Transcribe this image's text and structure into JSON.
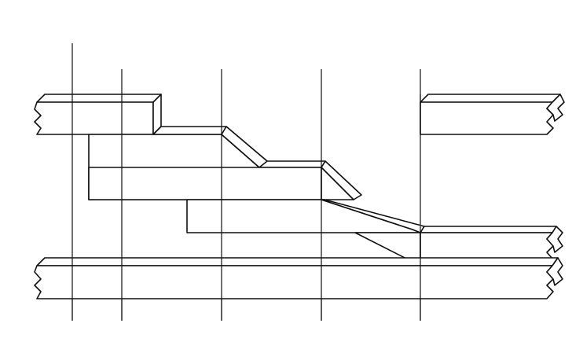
{
  "diagram": {
    "kind": "isometric-block-diagram",
    "line_color": "#111111",
    "background_color": "#ffffff",
    "vertical_guides": 7,
    "upper_blocks": 2,
    "stepped_bars": 3,
    "lower_bars": 2,
    "break_marks": "zigzag"
  }
}
